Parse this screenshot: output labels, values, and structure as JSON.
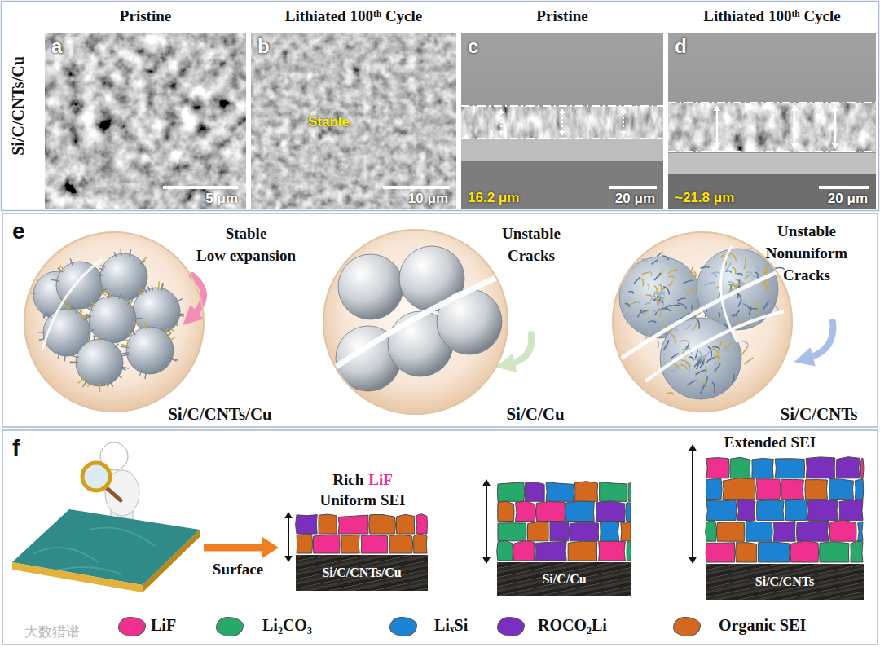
{
  "diagram": {
    "nodes": [
      {
        "text": [
          "Pristine",
          "a",
          "5 μm"
        ]
      },
      {
        "text": [
          "Lithiated 100ᵗʰ Cycle",
          "b",
          "Stable",
          "10 μm"
        ]
      },
      {
        "text": [
          "Pristine",
          "c",
          "16.2 μm",
          "20 μm"
        ]
      },
      {
        "text": [
          "Lithiated 100ᵗʰ Cycle",
          "d",
          "~21.8 μm",
          "20 μm"
        ]
      },
      {
        "text": [
          "e"
        ]
      },
      {
        "text": [
          "Stable",
          "Low expansion",
          "Si/C/CNTs/Cu"
        ],
        "in": 4
      },
      {
        "text": [
          "Unstable",
          "Cracks",
          "Si/C/Cu"
        ],
        "in": 4
      },
      {
        "text": [
          "Unstable",
          "Nonuniform Cracks",
          "Si/C/CNTs"
        ],
        "in": 4
      },
      {
        "text": [
          "f"
        ]
      },
      {
        "text": [
          "Si/C/CNTs/Cu"
        ],
        "in": 8
      },
      {
        "text": [
          "Si/C/Cu"
        ],
        "in": 8
      },
      {
        "text": [
          "Si/C/CNTs"
        ],
        "in": 8
      }
    ],
    "labels": [
      "Si/C/CNTs/Cu",
      "Rich",
      "LiF",
      "Uniform SEI",
      "Surface",
      "Extended SEI",
      "大数猎谱"
    ],
    "legend": [
      {
        "text": "LiF",
        "color": "#f0308f"
      },
      {
        "text": "Li₂CO₃",
        "color": "#27a96b"
      },
      {
        "text": "LiₓSi",
        "color": "#1e82d2"
      },
      {
        "text": "ROCO₂Li",
        "color": "#7a30bd"
      },
      {
        "text": "Organic SEI",
        "color": "#d2691e"
      }
    ]
  }
}
